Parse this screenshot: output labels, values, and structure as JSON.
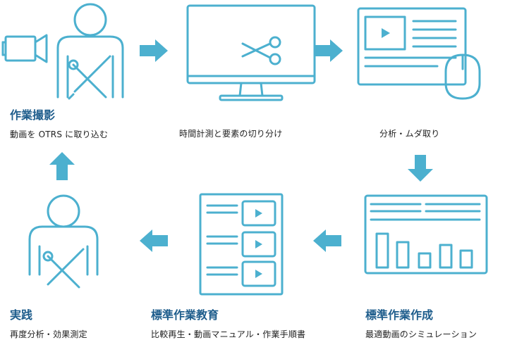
{
  "colors": {
    "stroke": "#4cb0cf",
    "arrow": "#4cb0cf",
    "title": "#1e5d8c",
    "text": "#222222"
  },
  "steps": [
    {
      "title": "作業撮影",
      "desc": "動画を OTRS に取り込む",
      "icon": "worker-with-camera-icon"
    },
    {
      "title": "",
      "desc": "時間計測と要素の切り分け",
      "icon": "monitor-with-scissors-icon"
    },
    {
      "title": "",
      "desc": "分析・ムダ取り",
      "icon": "screen-with-mouse-icon"
    },
    {
      "title": "",
      "desc": "最適動画のシミュレーション",
      "icon": "bar-chart-icon"
    },
    {
      "title": "標準作業教育",
      "desc": "比較再生・動画マニュアル・作業手順書",
      "icon": "document-with-videos-icon"
    },
    {
      "title": "実践",
      "desc": "再度分析・効果測定",
      "icon": "worker-with-tools-icon"
    }
  ],
  "step_titles": {
    "s4": "標準作業作成"
  }
}
